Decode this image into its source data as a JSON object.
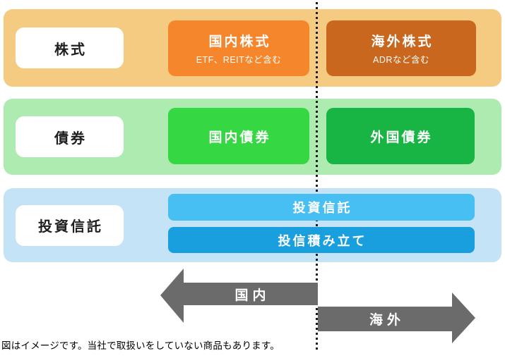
{
  "colors": {
    "row1-bg": "#F5CA81",
    "stock-domestic": "#F6862B",
    "stock-overseas": "#C8671D",
    "row2-bg": "#AEEBB0",
    "bond-domestic": "#35D843",
    "bond-overseas": "#18B544",
    "row3-bg": "#C5E3F6",
    "fund-trust": "#48BFF2",
    "fund-accum": "#1A9FDE",
    "arrow": "#6B6B6B",
    "label-text": "#1F1F1F"
  },
  "diagram": {
    "rows": {
      "stocks": {
        "label": "株式",
        "domestic_title": "国内株式",
        "domestic_subtitle": "ETF、REITなど含む",
        "overseas_title": "海外株式",
        "overseas_subtitle": "ADRなど含む"
      },
      "bonds": {
        "label": "債券",
        "domestic_title": "国内債券",
        "overseas_title": "外国債券"
      },
      "funds": {
        "label": "投資信託",
        "bar_top": "投資信託",
        "bar_bottom": "投信積み立て"
      }
    },
    "axis": {
      "domestic": "国内",
      "overseas": "海外"
    },
    "footnote": "図はイメージです。当社で取扱いをしていない商品もあります。"
  }
}
